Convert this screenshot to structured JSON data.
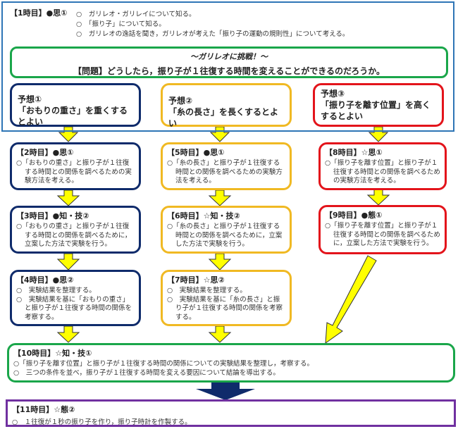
{
  "lesson1": {
    "title": "【1時目】●思①",
    "items": [
      "○　ガリレオ・ガリレイについて知る。",
      "○　「振り子」について知る。",
      "○　ガリレオの逸話を聞き，ガリレオが考えた「振り子の運動の規則性」について考える。"
    ]
  },
  "problem": {
    "subtitle": "～ガリレオに挑戦！～",
    "question": "【問題】どうしたら，振り子が１往復する時間を変えることができるのだろうか。"
  },
  "predictions": [
    {
      "label": "予想①",
      "text": "「おもりの重さ」を重くするとよい"
    },
    {
      "label": "予想②",
      "text": "「糸の長さ」を長くするとよい"
    },
    {
      "label": "予想③",
      "text": "「振り子を離す位置」を高くするとよい"
    }
  ],
  "steps": {
    "s2": {
      "title": "【2時目】●思①",
      "items": [
        "○「おもりの重さ」と振り子が１往復する時間との関係を調べるための実験方法を考える。"
      ]
    },
    "s3": {
      "title": "【3時目】●知・技②",
      "items": [
        "○「おもりの重さ」と振り子が１往復する時間との関係を調べるために，立案した方法で実験を行う。"
      ]
    },
    "s4": {
      "title": "【4時目】●思②",
      "items": [
        "○　実験結果を整理する。",
        "○　実験結果を基に「おもりの重さ」と振り子が１往復する時間の関係を考察する。"
      ]
    },
    "s5": {
      "title": "【5時目】●思①",
      "items": [
        "○「糸の長さ」と振り子が１往復する時間との関係を調べるための実験方法を考える。"
      ]
    },
    "s6": {
      "title": "【6時目】☆知・技②",
      "items": [
        "○「糸の長さ」と振り子が１往復する時間との関係を調べるために，立案した方法で実験を行う。"
      ]
    },
    "s7": {
      "title": "【7時目】☆思②",
      "items": [
        "○　実験結果を整理する。",
        "○　実験結果を基に「糸の長さ」と振り子が１往復する時間の関係を考察する。"
      ]
    },
    "s8": {
      "title": "【8時目】☆思①",
      "items": [
        "○「振り子を離す位置」と振り子が１往復する時間との関係を調べるための実験方法を考える。"
      ]
    },
    "s9": {
      "title": "【9時目】●態①",
      "items": [
        "○「振り子を離す位置」と振り子が１往復する時間との関係を調べるために，立案した方法で実験を行う。"
      ]
    },
    "s10": {
      "title": "【10時目】☆知・技①",
      "items": [
        "○「振り子を離す位置」と振り子が１往復する時間の関係についての実験結果を整理し，考察する。",
        "○　三つの条件を並べ，振り子が１往復する時間を変える要因について結論を導出する。"
      ]
    },
    "s11": {
      "title": "【11時目】☆態②",
      "items": [
        "○　１往復が１秒の振り子を作り，振り子時計を作製する。"
      ]
    }
  },
  "colors": {
    "blue": "#2e75b6",
    "green": "#1aa64a",
    "navy": "#0f2b6b",
    "yellow": "#f0b923",
    "red": "#e3141b",
    "purple": "#7030a0",
    "arrow": "#ffff00"
  }
}
